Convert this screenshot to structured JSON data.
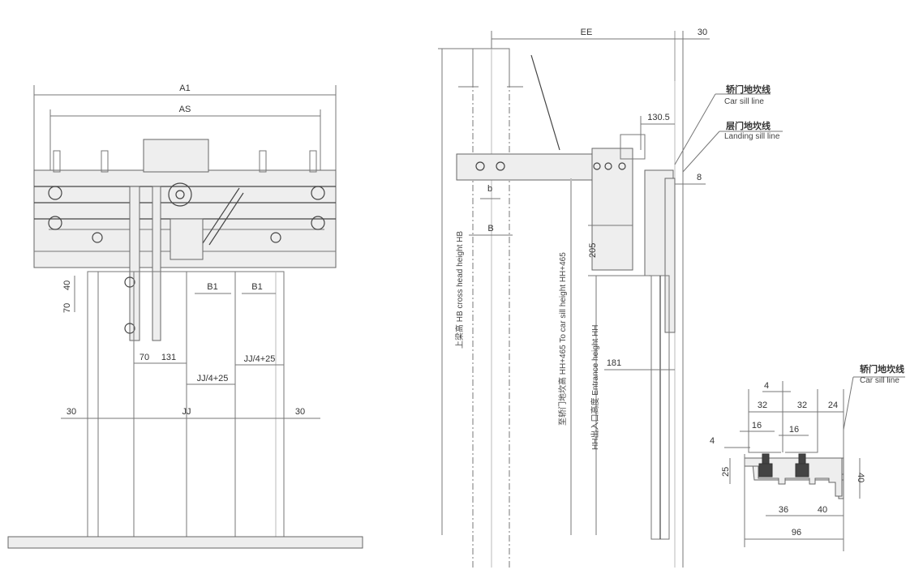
{
  "front_view": {
    "dim_a1": "A1",
    "dim_as": "AS",
    "dim_b1_left": "B1",
    "dim_b1_right": "B1",
    "dim_70_v": "70",
    "dim_40_v": "40",
    "dim_70_h": "70",
    "dim_131": "131",
    "dim_jj4_top": "JJ/4+25",
    "dim_jj4_mid": "JJ/4+25",
    "dim_jj": "JJ",
    "dim_30_left": "30",
    "dim_30_right": "30"
  },
  "side_view": {
    "dim_ee": "EE",
    "dim_30": "30",
    "dim_130_5": "130.5",
    "dim_8": "8",
    "dim_b_small": "b",
    "dim_b_large": "B",
    "dim_205": "205",
    "dim_181": "181",
    "label_hb": "上梁高  HB  cross head height HB",
    "label_hh465": "至轿门地坎高  HH+465 To car sill height HH+465",
    "label_hh": "HH出入口高度  Entrance height HH",
    "car_sill_cn": "轿门地坎线",
    "car_sill_en": "Car sill line",
    "landing_sill_cn": "层门地坎线",
    "landing_sill_en": "Landing sill line"
  },
  "sill_detail": {
    "car_sill_cn": "轿门地坎线",
    "car_sill_en": "Car sill line",
    "dim_4_top": "4",
    "dim_32_a": "32",
    "dim_32_b": "32",
    "dim_24": "24",
    "dim_16_a": "16",
    "dim_16_b": "16",
    "dim_4_left": "4",
    "dim_25": "25",
    "dim_40_v": "40",
    "dim_36": "36",
    "dim_40_h": "40",
    "dim_96": "96"
  }
}
